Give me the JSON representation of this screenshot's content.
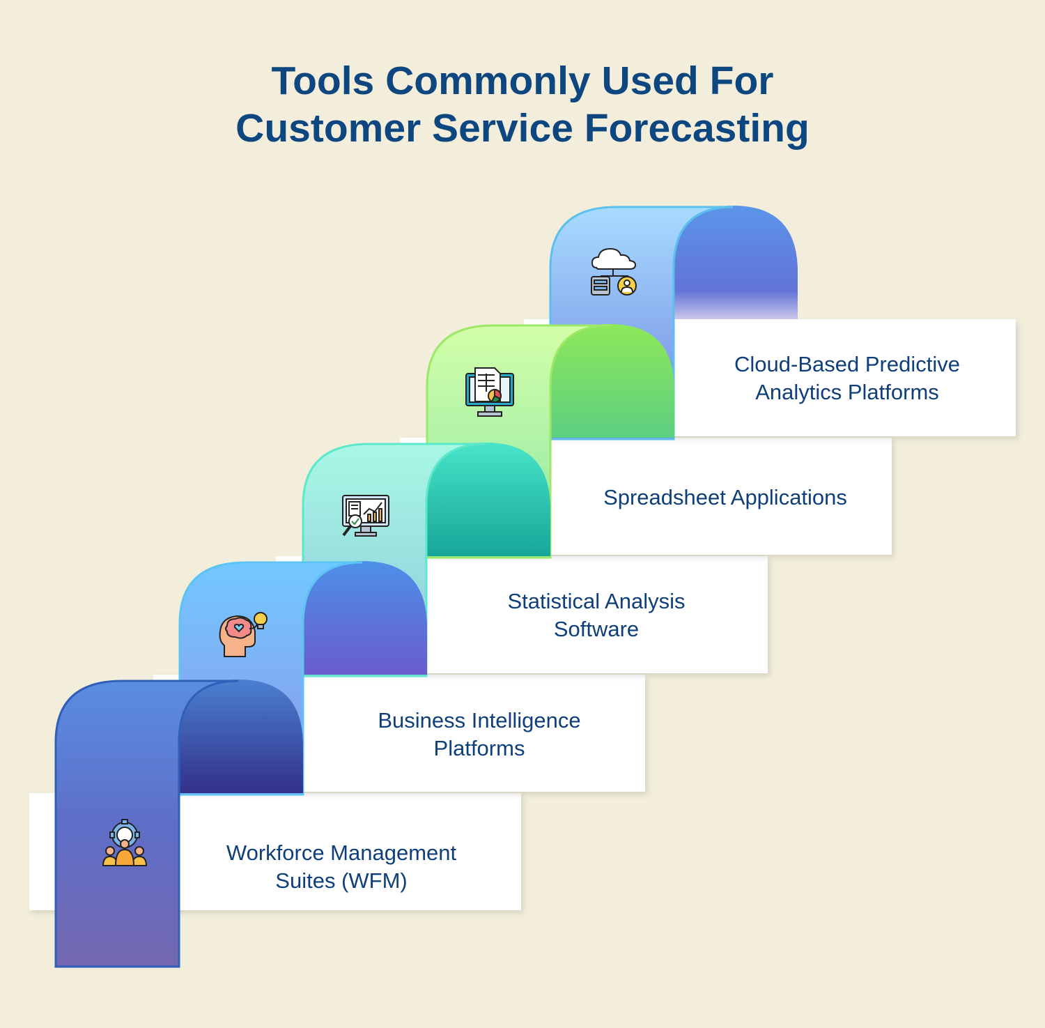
{
  "title": {
    "line1": "Tools Commonly Used For",
    "line2": "Customer Service Forecasting"
  },
  "steps": [
    {
      "line1": "Workforce Management",
      "line2": "Suites (WFM)",
      "icon": "team-gear-icon",
      "colors": [
        "#5a8ee0",
        "#2f3f9a",
        "#7266b0"
      ]
    },
    {
      "line1": "Business Intelligence",
      "line2": "Platforms",
      "icon": "brain-idea-icon",
      "colors": [
        "#6ec7ff",
        "#5578e0",
        "#6a5fd0"
      ]
    },
    {
      "line1": "Statistical Analysis",
      "line2": "Software",
      "icon": "data-analysis-monitor-icon",
      "colors": [
        "#a6f5e3",
        "#3fd8c0",
        "#1aa99a"
      ]
    },
    {
      "line1": "Spreadsheet Applications",
      "line2": "",
      "icon": "spreadsheet-monitor-icon",
      "colors": [
        "#c8fba0",
        "#8ee860",
        "#5ccf78"
      ]
    },
    {
      "line1": "Cloud-Based Predictive",
      "line2": "Analytics Platforms",
      "icon": "cloud-server-user-icon",
      "colors": [
        "#a4d8ff",
        "#5b92e8",
        "#6f78d8"
      ]
    }
  ]
}
